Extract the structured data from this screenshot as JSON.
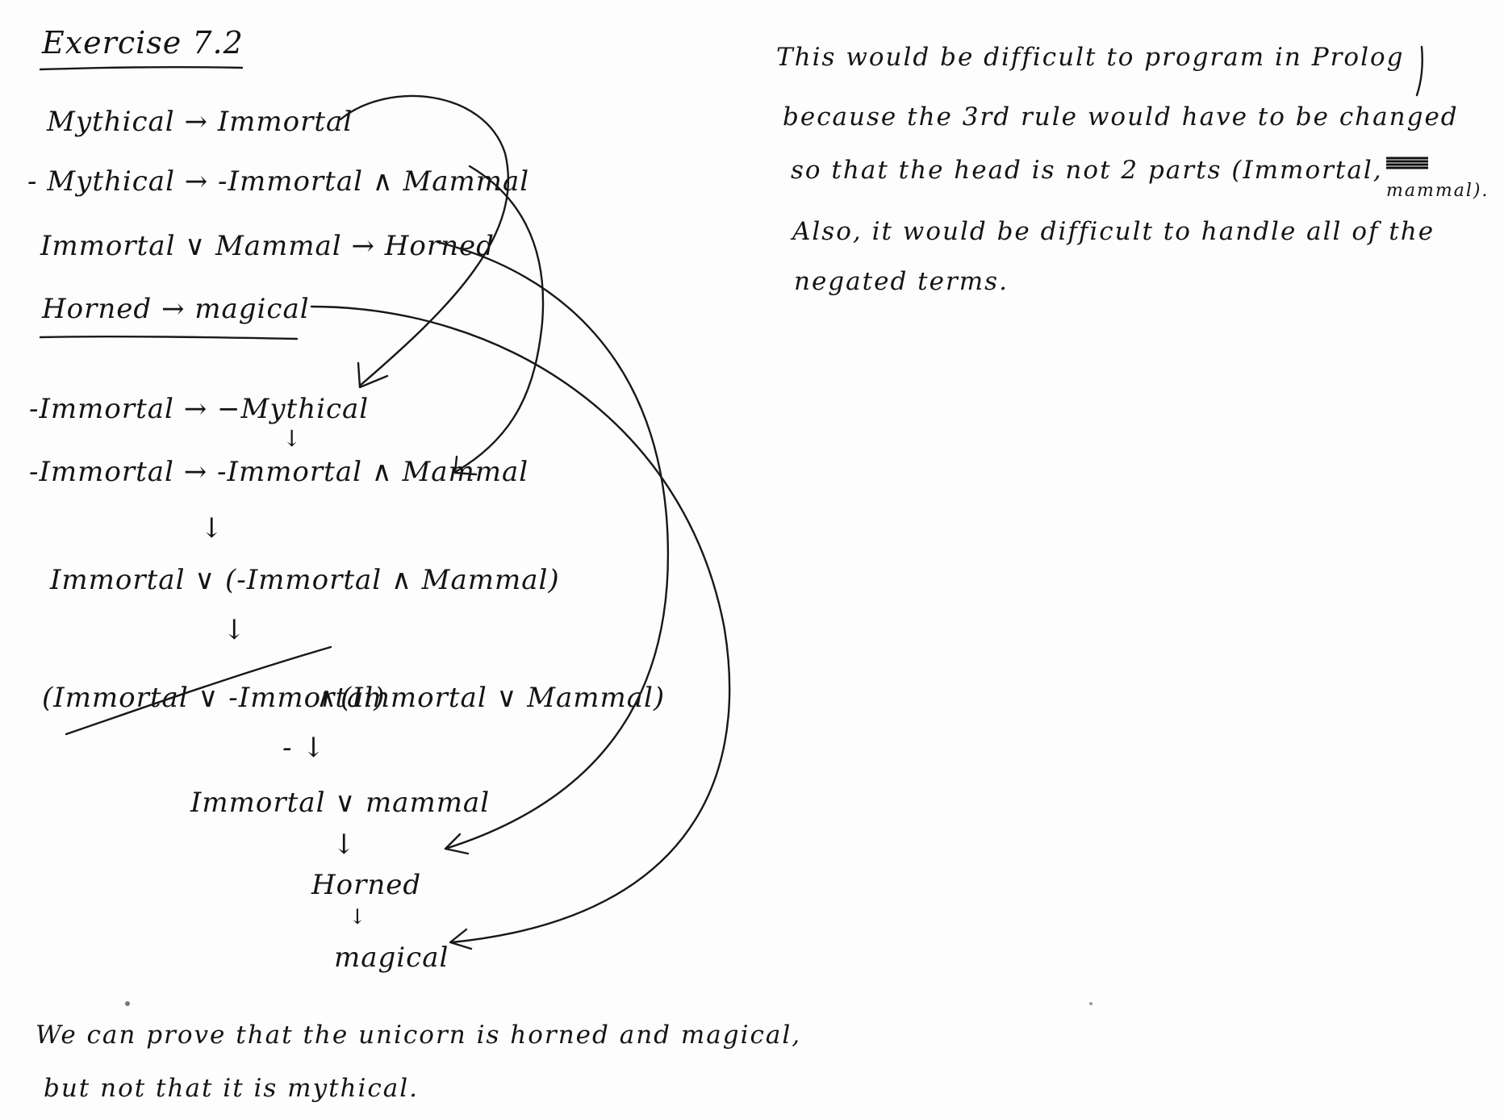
{
  "title": "Exercise 7.2",
  "rules": [
    "Mythical → Immortal",
    "- Mythical → -Immortal ∧ Mammal",
    "Immortal ∨ Mammal → Horned",
    "Horned → magical"
  ],
  "derivation": {
    "line1": "-Immortal → −Mythical",
    "line2": "-Immortal → -Immortal ∧ Mammal",
    "line3": "Immortal ∨ (-Immortal ∧ Mammal)",
    "line4_left": "(Immortal ∨ -Immortal)",
    "line4_op": "∧",
    "line4_right": "(Immortal ∨ Mammal)",
    "line5": "Immortal ∨ mammal",
    "line6": "Horned",
    "line7": "magical"
  },
  "arrows": {
    "down": "↓",
    "neg_down": "- ↓"
  },
  "note": {
    "line1": "This would be difficult to program in Prolog",
    "line2": "because the 3rd rule would have to be changed",
    "line3": "so that the head is not 2 parts (Immortal,",
    "line3_end": "mammal).",
    "line4": "Also, it would be difficult to handle all of the",
    "line5": "negated terms."
  },
  "conclusion": {
    "line1": "We can prove that the unicorn is horned and magical,",
    "line2": "but not that it is mythical."
  }
}
